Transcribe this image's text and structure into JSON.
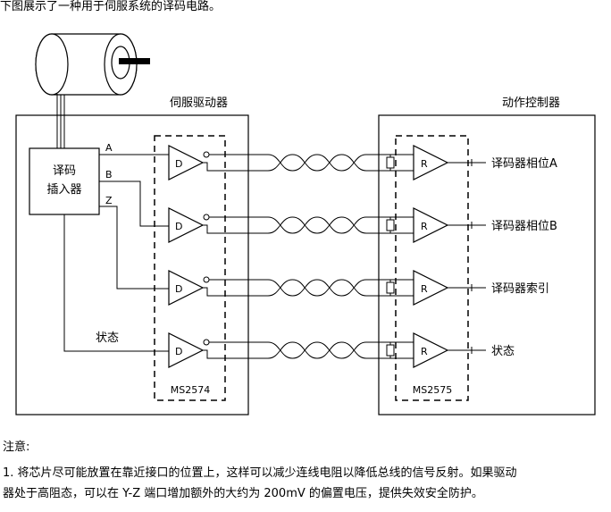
{
  "intro": "下图展示了一种用于伺服系统的译码电路。",
  "servo_drive": {
    "title": "伺服驱动器",
    "chip": "MS2574"
  },
  "motion_controller": {
    "title": "动作控制器",
    "chip": "MS2575"
  },
  "encoder": {
    "line1": "译码",
    "line2": "插入器"
  },
  "signals": {
    "a": "A",
    "b": "B",
    "z": "Z",
    "status": "状态"
  },
  "driver_label": "D",
  "receiver_label": "R",
  "outputs": [
    "译码器相位A",
    "译码器相位B",
    "译码器索引",
    "状态"
  ],
  "notes": {
    "heading": "注意:",
    "line1": "1. 将芯片尽可能放置在靠近接口的位置上，这样可以减少连线电阻以降低总线的信号反射。如果驱动",
    "line2": "器处于高阻态，可以在 Y-Z 端口增加额外的大约为 200mV 的偏置电压，提供失效安全防护。"
  }
}
